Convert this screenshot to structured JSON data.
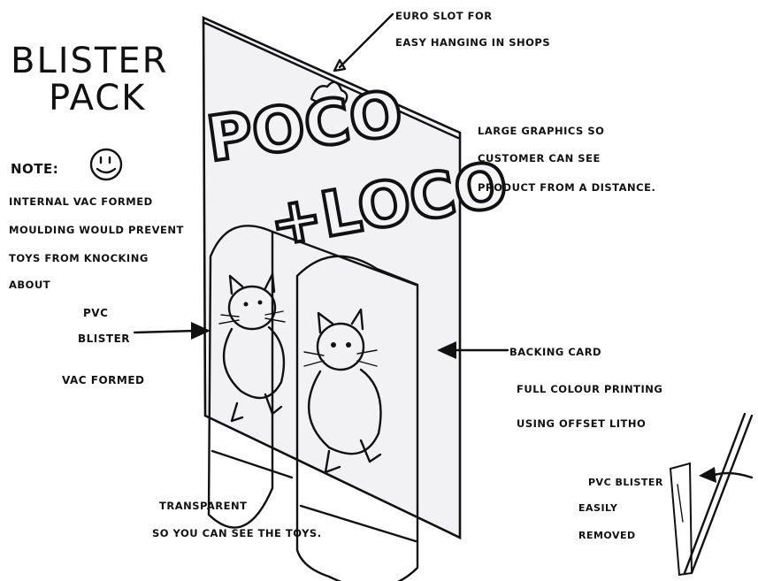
{
  "title": {
    "line1": "BLISTER",
    "line2": "PACK"
  },
  "note": {
    "heading": "NOTE:",
    "lines": [
      "INTERNAL VAC FORMED",
      "MOULDING WOULD PREVENT",
      "TOYS FROM KNOCKING",
      "ABOUT"
    ]
  },
  "euro_slot": {
    "line1": "EURO SLOT FOR",
    "line2": "EASY HANGING IN SHOPS"
  },
  "graphics": {
    "line1": "LARGE GRAPHICS SO",
    "line2": "CUSTOMER CAN SEE",
    "line3": "PRODUCT FROM A DISTANCE."
  },
  "pvc_blister": {
    "line1": "PVC",
    "line2": "BLISTER",
    "line3": "VAC FORMED"
  },
  "backing_card": {
    "line1": "BACKING CARD",
    "line2": "FULL COLOUR PRINTING",
    "line3": "USING OFFSET LITHO"
  },
  "transparent": {
    "line1": "TRANSPARENT",
    "line2": "SO YOU CAN SEE THE TOYS."
  },
  "side_detail": {
    "line1": "PVC BLISTER",
    "line2": "EASILY",
    "line3": "REMOVED"
  },
  "logo": {
    "line1": "POCO",
    "line2": "+LOCO"
  },
  "colors": {
    "ink": "#111111",
    "card": "#f2f2f4",
    "paper": "#ffffff"
  }
}
